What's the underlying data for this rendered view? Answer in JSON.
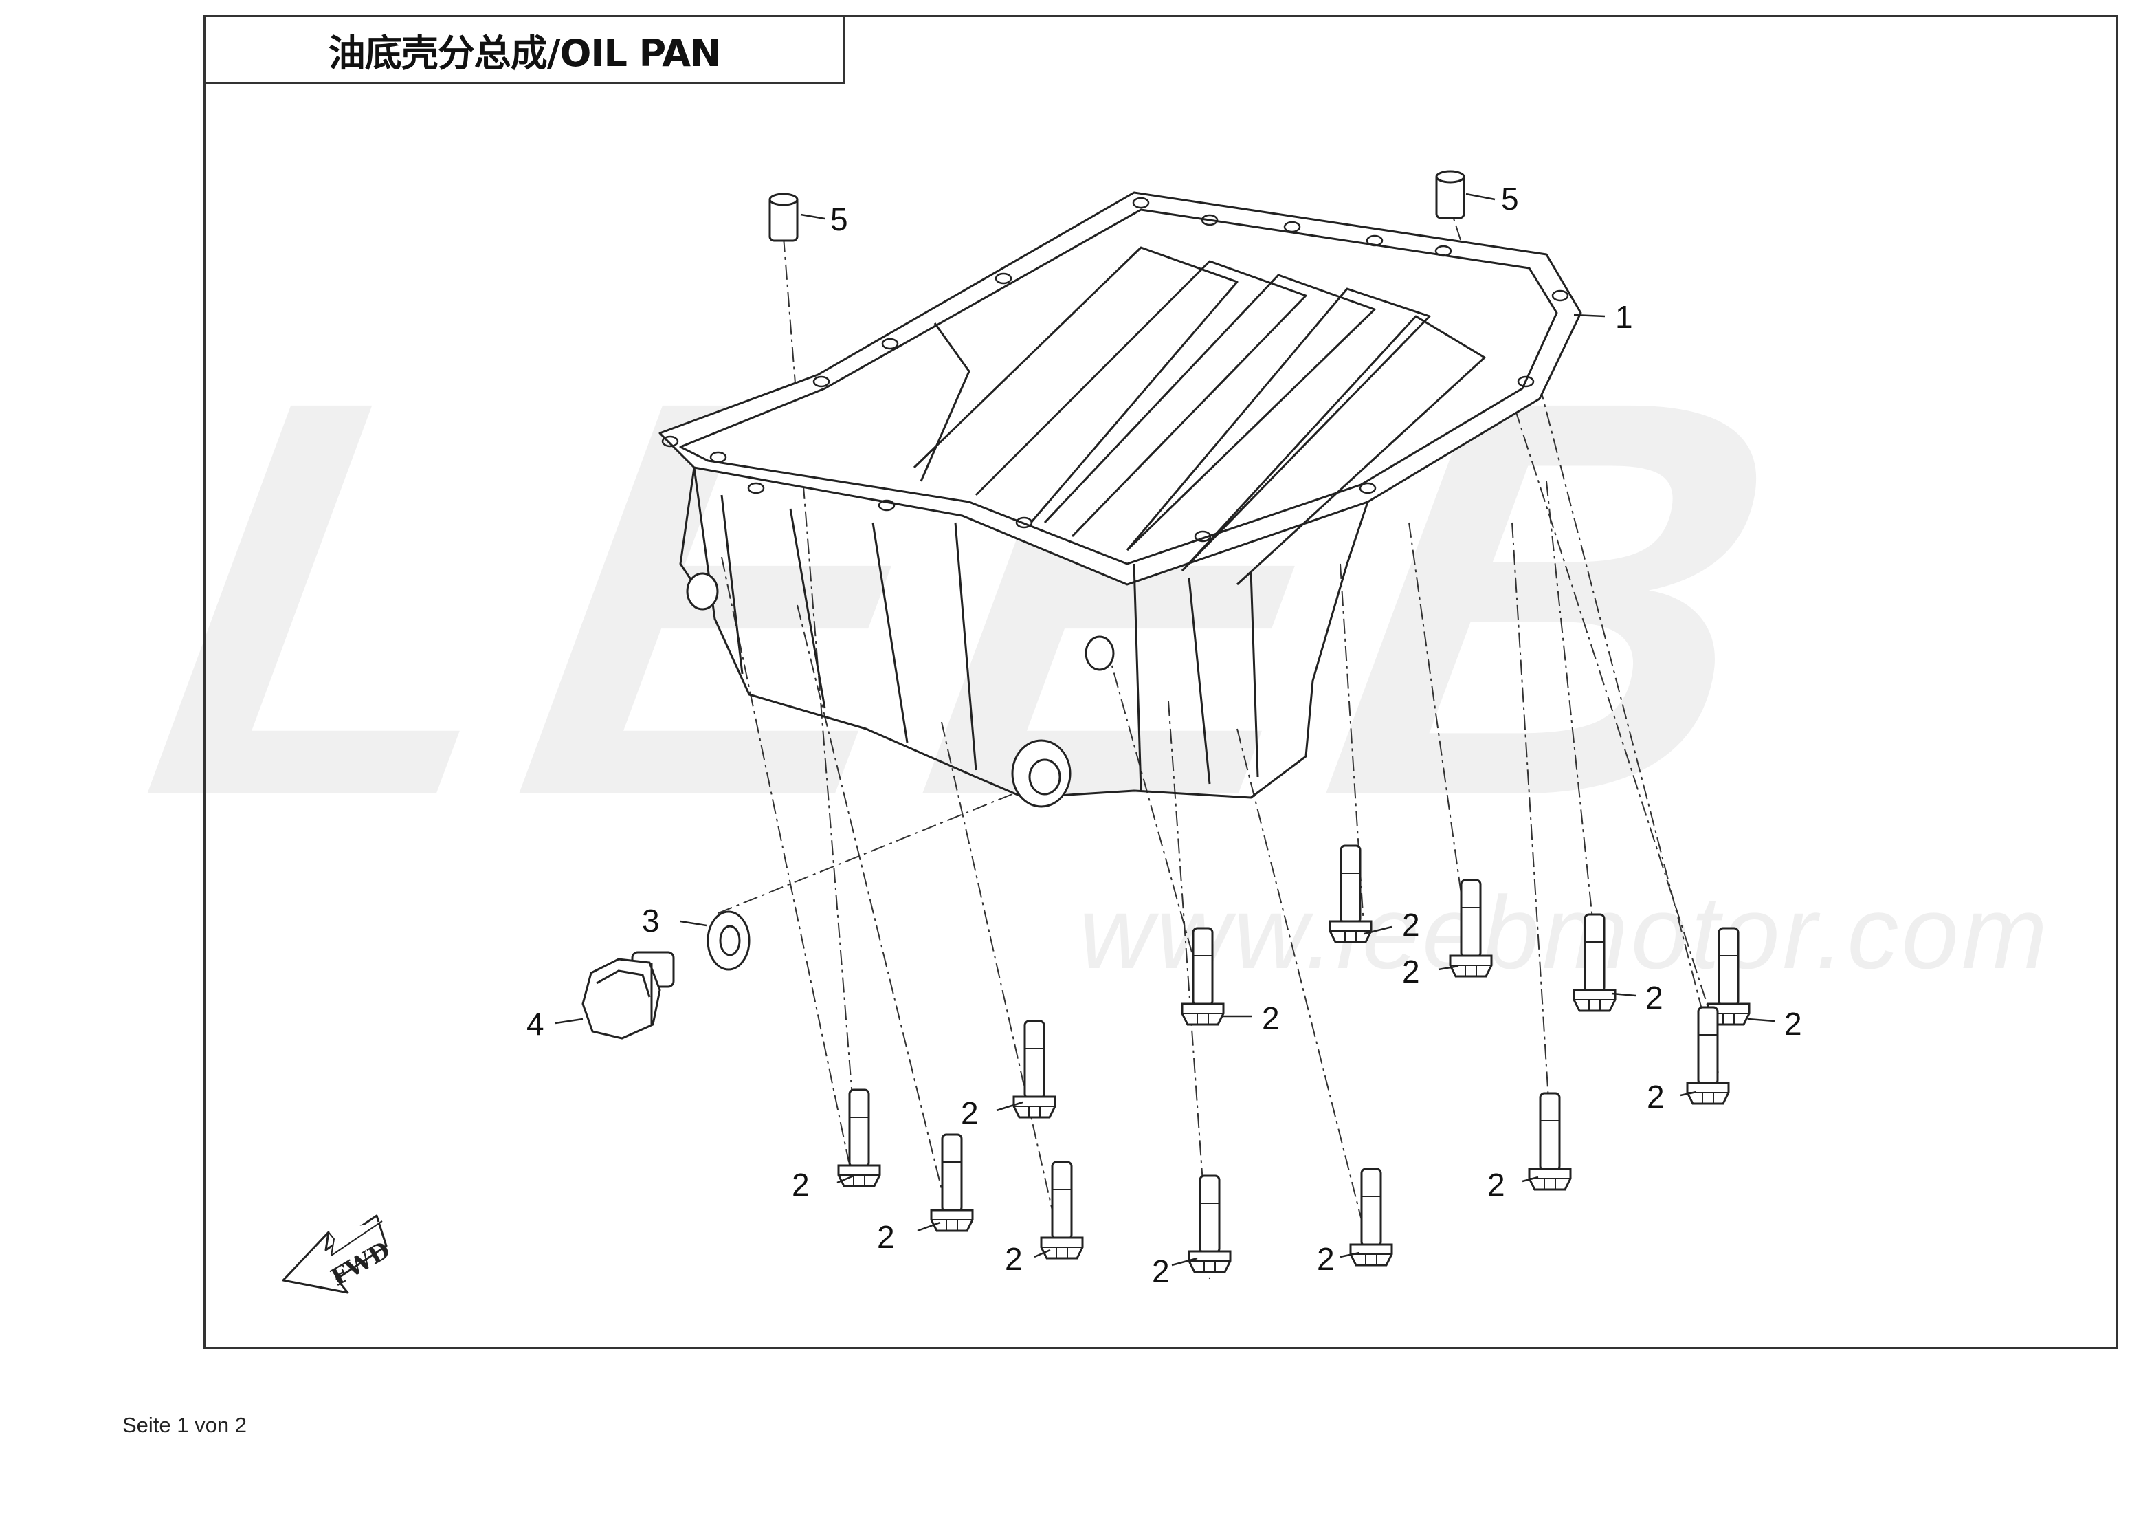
{
  "title": "油底壳分总成/OIL PAN",
  "watermark": {
    "logo_text": "LEEB",
    "url": "www.leebmotor.com"
  },
  "orientation_label": "FWD",
  "callouts": {
    "pan": "1",
    "bolt": "2",
    "washer": "3",
    "drain_plug": "4",
    "dowel_pin": "5"
  },
  "footer": {
    "page_text": "Seite 1 von 2"
  }
}
